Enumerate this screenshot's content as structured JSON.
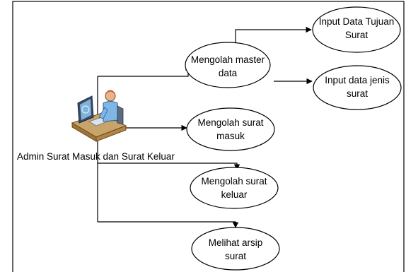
{
  "diagram": {
    "actor": {
      "name": "Admin Surat Masuk dan Surat Keluar",
      "icon": "admin-at-computer-icon"
    },
    "use_cases": [
      {
        "id": "master",
        "lines": [
          "Mengolah master",
          "data"
        ]
      },
      {
        "id": "tujuan",
        "lines": [
          "Input Data Tujuan",
          "Surat"
        ]
      },
      {
        "id": "jenis",
        "lines": [
          "Input data jenis",
          "surat"
        ]
      },
      {
        "id": "masuk",
        "lines": [
          "Mengolah surat",
          "masuk"
        ]
      },
      {
        "id": "keluar",
        "lines": [
          "Mengolah surat",
          "keluar"
        ]
      },
      {
        "id": "arsip",
        "lines": [
          "Melihat arsip",
          "surat"
        ]
      }
    ]
  }
}
